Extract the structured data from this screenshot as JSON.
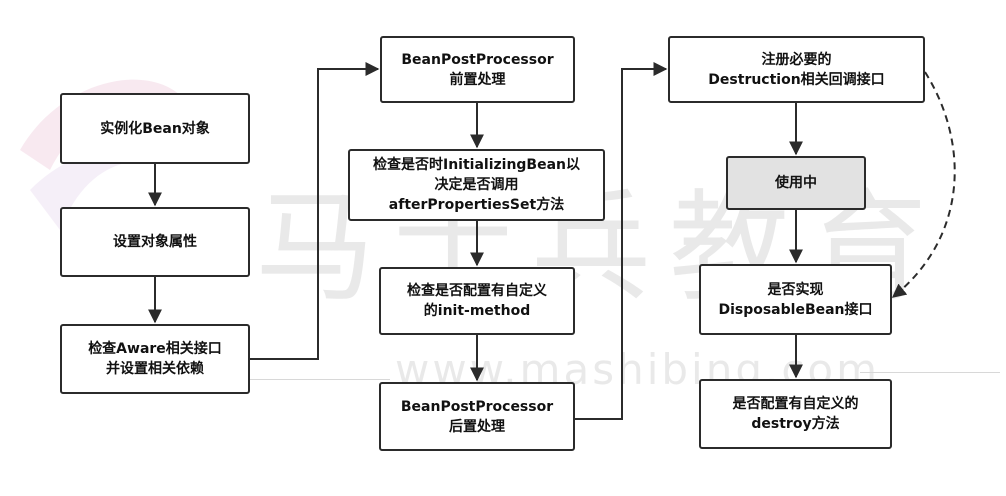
{
  "watermark": {
    "logo": "马士兵",
    "main": "马士兵教育",
    "url": "www.mashibing.com"
  },
  "nodes": {
    "instantiate": "实例化Bean对象",
    "set_props": "设置对象属性",
    "aware": "检查Aware相关接口\n并设置相关依赖",
    "bpp_before": "BeanPostProcessor\n前置处理",
    "initializing": "检查是否时InitializingBean以\n决定是否调用\nafterPropertiesSet方法",
    "init_method": "检查是否配置有自定义\n的init-method",
    "bpp_after": "BeanPostProcessor\n后置处理",
    "register_destruction": "注册必要的\nDestruction相关回调接口",
    "in_use": "使用中",
    "disposable": "是否实现\nDisposableBean接口",
    "destroy_method": "是否配置有自定义的\ndestroy方法"
  },
  "colors": {
    "line": "#2b2b2b",
    "active_fill": "#e2e2e2",
    "watermark": "#cfcfcf"
  }
}
